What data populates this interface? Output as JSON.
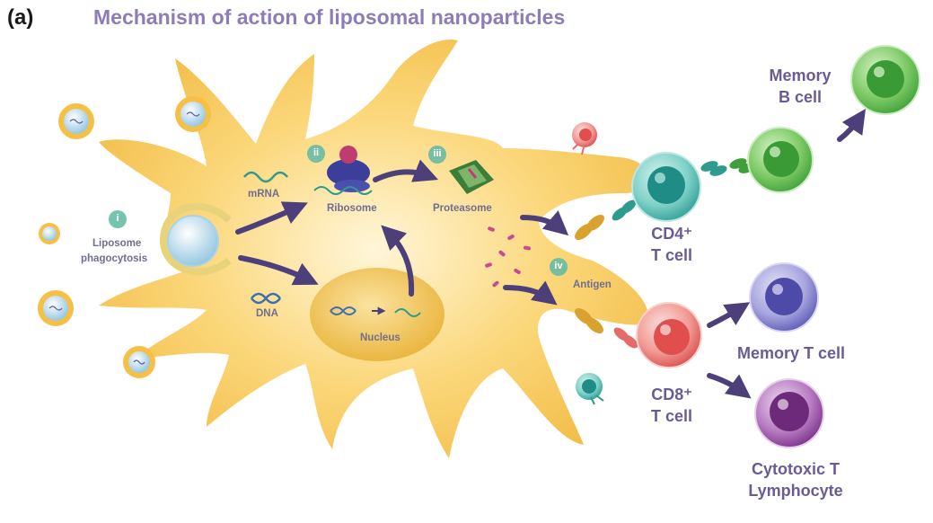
{
  "panel_label": "(a)",
  "title": "Mechanism of action of liposomal nanoparticles",
  "steps": {
    "i": "i",
    "ii": "ii",
    "iii": "iii",
    "iv": "iv"
  },
  "labels": {
    "liposome_1": "Liposome",
    "liposome_2": "phagocytosis",
    "mrna": "mRNA",
    "dna": "DNA",
    "ribosome": "Ribosome",
    "proteasome": "Proteasome",
    "nucleus": "Nucleus",
    "antigen": "Antigen"
  },
  "cells": {
    "memory_b_1": "Memory",
    "memory_b_2": "B cell",
    "cd4_1": "CD4⁺",
    "cd4_2": "T cell",
    "cd8_1": "CD8⁺",
    "cd8_2": "T cell",
    "memory_t": "Memory T cell",
    "ctl_1": "Cytotoxic T",
    "ctl_2": "Lymphocyte"
  },
  "colors": {
    "dendritic_cell": "#f7c75a",
    "nucleus": "#edb93e",
    "arrow": "#4d3f7a",
    "memory_b": "#56b94a",
    "cd4": "#4fb8ae",
    "cd8": "#e56b6b",
    "memory_t": "#7a78c4",
    "ctl": "#8e4a99",
    "liposome": "#9ecbe0"
  }
}
